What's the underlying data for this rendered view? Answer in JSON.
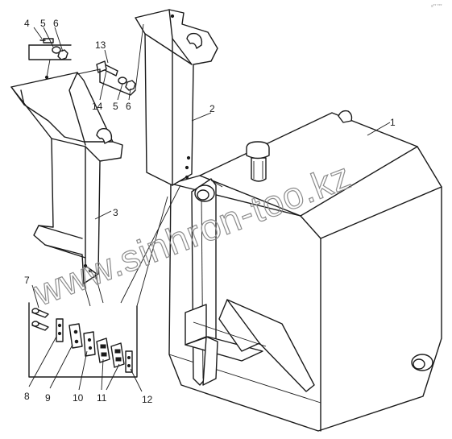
{
  "diagram": {
    "corner_code": "s** ***",
    "watermark": "www.sinhron-too.kz",
    "callouts": [
      {
        "id": "c1",
        "label": "1"
      },
      {
        "id": "c2",
        "label": "2"
      },
      {
        "id": "c3",
        "label": "3"
      },
      {
        "id": "c4",
        "label": "4"
      },
      {
        "id": "c5a",
        "label": "5"
      },
      {
        "id": "c6a",
        "label": "6"
      },
      {
        "id": "c13",
        "label": "13"
      },
      {
        "id": "c14",
        "label": "14"
      },
      {
        "id": "c5b",
        "label": "5"
      },
      {
        "id": "c6b",
        "label": "6"
      },
      {
        "id": "c7",
        "label": "7"
      },
      {
        "id": "c8",
        "label": "8"
      },
      {
        "id": "c9",
        "label": "9"
      },
      {
        "id": "c10",
        "label": "10"
      },
      {
        "id": "c11",
        "label": "11"
      },
      {
        "id": "c12",
        "label": "12"
      }
    ]
  }
}
